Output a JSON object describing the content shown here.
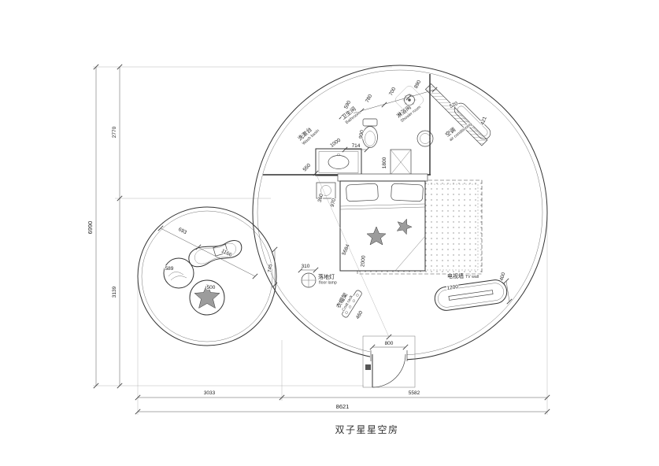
{
  "title": "双子星星空房",
  "rooms": {
    "wash_basin": {
      "cn": "洗漱台",
      "en": "Wash basin"
    },
    "bathroom": {
      "cn": "卫生间",
      "en": "Bathroom"
    },
    "shower": {
      "cn": "淋浴间",
      "en": "Shower room"
    },
    "ac": {
      "cn": "空调",
      "en": "air conditioning"
    },
    "floor_lamp": {
      "cn": "落地灯",
      "en": "floor lamp"
    },
    "coat_rack": {
      "cn": "衣帽架",
      "en": "Coat rack"
    },
    "tv_wall": {
      "cn": "电视墙",
      "en": "TV wall"
    }
  },
  "dims": {
    "left_total": "6990",
    "left_upper": "2770",
    "left_lower": "3139",
    "bottom_left": "3033",
    "bottom_right": "5582",
    "bottom_total": "8621",
    "top_1": "590",
    "top_2": "780",
    "top_3": "700",
    "top_4": "890",
    "band_len": "520",
    "band_off": "421",
    "toilet_h": "900",
    "toilet_w": "714",
    "basin_w": "1000",
    "bath_depth": "1800",
    "basin_side": "550",
    "bed_gap": "360",
    "bed_side": "970",
    "bed_len": "2000",
    "room_diag": "5684",
    "small_radius": "693",
    "table_len": "1166",
    "passage": "745",
    "pouf_small": "589",
    "pouf_large": "500",
    "lamp_dia": "310",
    "rack_len": "460",
    "tv_len": "1200",
    "tv_depth": "400",
    "door_w": "800"
  }
}
